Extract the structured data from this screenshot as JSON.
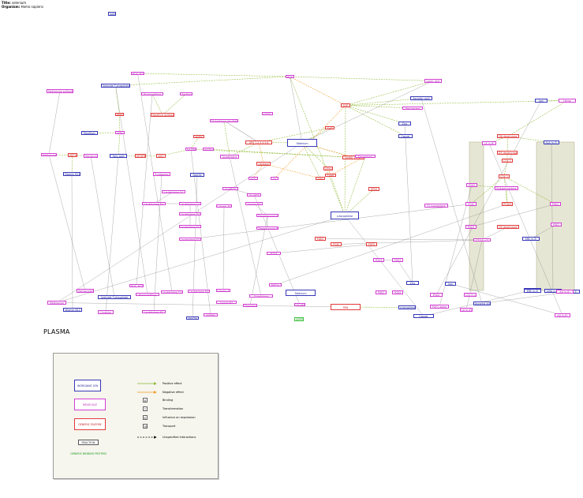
{
  "header": {
    "title_label": "Title:",
    "title_value": "selenium",
    "organism_label": "Organism:",
    "organism_value": "Homo sapiens"
  },
  "plasma_label": "PLASMA",
  "nodes": [
    {
      "text": "Iodine",
      "type": "inorg"
    },
    {
      "text": "ROS",
      "type": "mol"
    },
    {
      "text": "ROS, RCS",
      "type": "mol"
    },
    {
      "text": "Lipoic acid",
      "type": "mol"
    },
    {
      "text": "Iron",
      "type": "inorg"
    },
    {
      "text": "Heme",
      "type": "mol"
    },
    {
      "text": "Methionine sulfoxide",
      "type": "mol"
    },
    {
      "text": "Selenide T-phosphate",
      "type": "inorg"
    },
    {
      "text": "Hypoxanthine",
      "type": "mol"
    },
    {
      "text": "Xanthine",
      "type": "mol"
    },
    {
      "text": "Ascorbic acid",
      "type": "inorg"
    },
    {
      "text": "SOD",
      "type": "enz"
    },
    {
      "text": "Manganese",
      "type": "mol"
    },
    {
      "text": "ALA (n-3)",
      "type": "inorg"
    },
    {
      "text": "PRPS",
      "type": "enz"
    },
    {
      "text": "Xanthine oxidase",
      "type": "enz"
    },
    {
      "text": "Glutathione disulfide",
      "type": "mol"
    },
    {
      "text": "GSSG",
      "type": "mol"
    },
    {
      "text": "Zinc",
      "type": "inorg"
    },
    {
      "text": "Copper",
      "type": "inorg"
    },
    {
      "text": "SelP",
      "type": "enz"
    },
    {
      "text": "Riboflavin",
      "type": "inorg"
    },
    {
      "text": "FMN",
      "type": "mol"
    },
    {
      "text": "Selenium",
      "type": "inorg"
    },
    {
      "text": "GPX 1,2,3,4,5,6",
      "type": "enz"
    },
    {
      "text": "MSRB",
      "type": "enz"
    },
    {
      "text": "NADPH",
      "type": "mol"
    },
    {
      "text": "NADP+",
      "type": "mol"
    },
    {
      "text": "TXNRD 1,2 & 3",
      "type": "enz"
    },
    {
      "text": "Thioredoxin",
      "type": "mol"
    },
    {
      "text": "D6 desaturase",
      "type": "enz"
    },
    {
      "text": "LA (n-6)",
      "type": "mol"
    },
    {
      "text": "D5 desaturase",
      "type": "enz"
    },
    {
      "text": "Methionine",
      "type": "mol"
    },
    {
      "text": "METH",
      "type": "enz"
    },
    {
      "text": "Homocysteine",
      "type": "mol"
    },
    {
      "text": "Folic acid",
      "type": "inorg"
    },
    {
      "text": "MTHFR",
      "type": "enz"
    },
    {
      "text": "AHO",
      "type": "enz"
    },
    {
      "text": "Glutathione",
      "type": "mol"
    },
    {
      "text": "Catalase",
      "type": "enz"
    },
    {
      "text": "COX 1",
      "type": "enz"
    },
    {
      "text": "COX 2",
      "type": "enz"
    },
    {
      "text": "GPX4",
      "type": "enz"
    },
    {
      "text": "Vitamin B12",
      "type": "inorg"
    },
    {
      "text": "Tryptophan",
      "type": "mol"
    },
    {
      "text": "NIACIN",
      "type": "inorg"
    },
    {
      "text": "H2O",
      "type": "mol"
    },
    {
      "text": "O2",
      "type": "mol"
    },
    {
      "text": "TXNR",
      "type": "enz"
    },
    {
      "text": "SelS",
      "type": "enz"
    },
    {
      "text": "GPX4",
      "type": "enz"
    },
    {
      "text": "PGH2",
      "type": "mol"
    },
    {
      "text": "Endoperoxidase",
      "type": "mol"
    },
    {
      "text": "Leukotriene A4",
      "type": "mol"
    },
    {
      "text": "5-HPETE",
      "type": "mol"
    },
    {
      "text": "15-HETE",
      "type": "mol"
    },
    {
      "text": "Leukotriene B4",
      "type": "mol"
    },
    {
      "text": "Leukotriene C4",
      "type": "mol"
    },
    {
      "text": "Lipoxin A4",
      "type": "mol"
    },
    {
      "text": "Lipoxin B4",
      "type": "mol"
    },
    {
      "text": "PGI2",
      "type": "mol"
    },
    {
      "text": "PTGES",
      "type": "enz"
    },
    {
      "text": "Leukotriene D4",
      "type": "mol"
    },
    {
      "text": "Thromboxane A2",
      "type": "mol"
    },
    {
      "text": "PGE2",
      "type": "mol"
    },
    {
      "text": "a-tocopherol",
      "type": "inorg"
    },
    {
      "text": "F2-isoprostane",
      "type": "mol"
    },
    {
      "text": "Leukotriene E4",
      "type": "mol"
    },
    {
      "text": "Thromboxane B2",
      "type": "mol"
    },
    {
      "text": "D5 desaturase",
      "type": "enz"
    },
    {
      "text": "PGES",
      "type": "enz"
    },
    {
      "text": "PGIS",
      "type": "enz"
    },
    {
      "text": "PGFS",
      "type": "enz"
    },
    {
      "text": "C22:5 n-3",
      "type": "mol"
    },
    {
      "text": "PGD2",
      "type": "mol"
    },
    {
      "text": "PGE2",
      "type": "mol"
    },
    {
      "text": "EPA (n-3)",
      "type": "inorg"
    },
    {
      "text": "PGD3",
      "type": "mol"
    },
    {
      "text": "PGH3",
      "type": "mol"
    },
    {
      "text": "PGE3",
      "type": "mol"
    },
    {
      "text": "Zinc",
      "type": "inorg"
    },
    {
      "text": "DHA (n-3)",
      "type": "inorg"
    },
    {
      "text": "Leukotriene E4",
      "type": "mol"
    },
    {
      "text": "Lipoxin A4",
      "type": "mol"
    },
    {
      "text": "PGE2a",
      "type": "mol"
    },
    {
      "text": "Selenium",
      "type": "inorg"
    },
    {
      "text": "Methionine",
      "type": "mol"
    },
    {
      "text": "Homocysteine",
      "type": "mol"
    },
    {
      "text": "Selenide T-phosphate",
      "type": "inorg"
    },
    {
      "text": "Hypoxanthine",
      "type": "mol"
    },
    {
      "text": "ROS, RCS",
      "type": "mol"
    },
    {
      "text": "Leukotriene C4",
      "type": "mol"
    },
    {
      "text": "Leukotriene D4",
      "type": "mol"
    },
    {
      "text": "Lipoxin B4",
      "type": "mol"
    },
    {
      "text": "PGE2",
      "type": "mol"
    },
    {
      "text": "PGD2",
      "type": "mol"
    },
    {
      "text": "PGF2 alpha",
      "type": "mol"
    },
    {
      "text": "DHA (n-3)",
      "type": "inorg"
    },
    {
      "text": "EPA (n-3)",
      "type": "inorg"
    },
    {
      "text": "ALA (n-3)",
      "type": "inorg"
    },
    {
      "text": "Vitamin B12",
      "type": "inorg"
    },
    {
      "text": "Cysteine",
      "type": "mol"
    },
    {
      "text": "Leukotriene B4",
      "type": "mol"
    },
    {
      "text": "NIACIN",
      "type": "inorg"
    },
    {
      "text": "NADPH",
      "type": "mol"
    },
    {
      "text": "Glutathione",
      "type": "mol"
    },
    {
      "text": "Thromboxane A2",
      "type": "mol"
    },
    {
      "text": "15-HETE",
      "type": "mol"
    },
    {
      "text": "SEPP1",
      "type": "gbp"
    },
    {
      "text": "PAN",
      "type": "enz"
    },
    {
      "text": "a-tocopherol",
      "type": "inorg"
    },
    {
      "text": "Copper",
      "type": "inorg"
    },
    {
      "text": "Ascorbic acid",
      "type": "inorg"
    },
    {
      "text": "C22:5 n-3",
      "type": "mol"
    },
    {
      "text": "LA (n-6)",
      "type": "mol"
    },
    {
      "text": "AA (n-6)",
      "type": "mol"
    },
    {
      "text": "Iron",
      "type": "inorg"
    },
    {
      "text": "PGD2",
      "type": "mol"
    },
    {
      "text": "AA (n-6)",
      "type": "mol"
    },
    {
      "text": "EPA (n-3)",
      "type": "inorg"
    }
  ],
  "legend": {
    "boxes": [
      {
        "label": "INORGANIC ION",
        "type": "inorg"
      },
      {
        "label": "MOLECULE",
        "type": "mol"
      },
      {
        "label": "GENERIC ENZYME",
        "type": "enz"
      },
      {
        "label": "REACTION",
        "type": "reaction"
      },
      {
        "label": "GENERIC BINDING PROTEIN",
        "type": "gbp"
      }
    ],
    "items": [
      {
        "symbol": "",
        "label": "Positive effect"
      },
      {
        "symbol": "",
        "label": "Negative effect"
      },
      {
        "symbol": "B",
        "label": "Binding"
      },
      {
        "symbol": "T",
        "label": "Transformation"
      },
      {
        "symbol": "IE",
        "label": "Influence on expression"
      },
      {
        "symbol": "TR",
        "label": "Transport"
      },
      {
        "symbol": "",
        "label": "Unspecified interactions"
      }
    ]
  },
  "colors": {
    "molecule": "#d33ed3",
    "enzyme": "#e23a3a",
    "inorganic": "#3737b8",
    "binding_protein": "#37c437",
    "positive": "#8cb832",
    "negative": "#f39a1e",
    "compartment": "#e6e6d4"
  }
}
